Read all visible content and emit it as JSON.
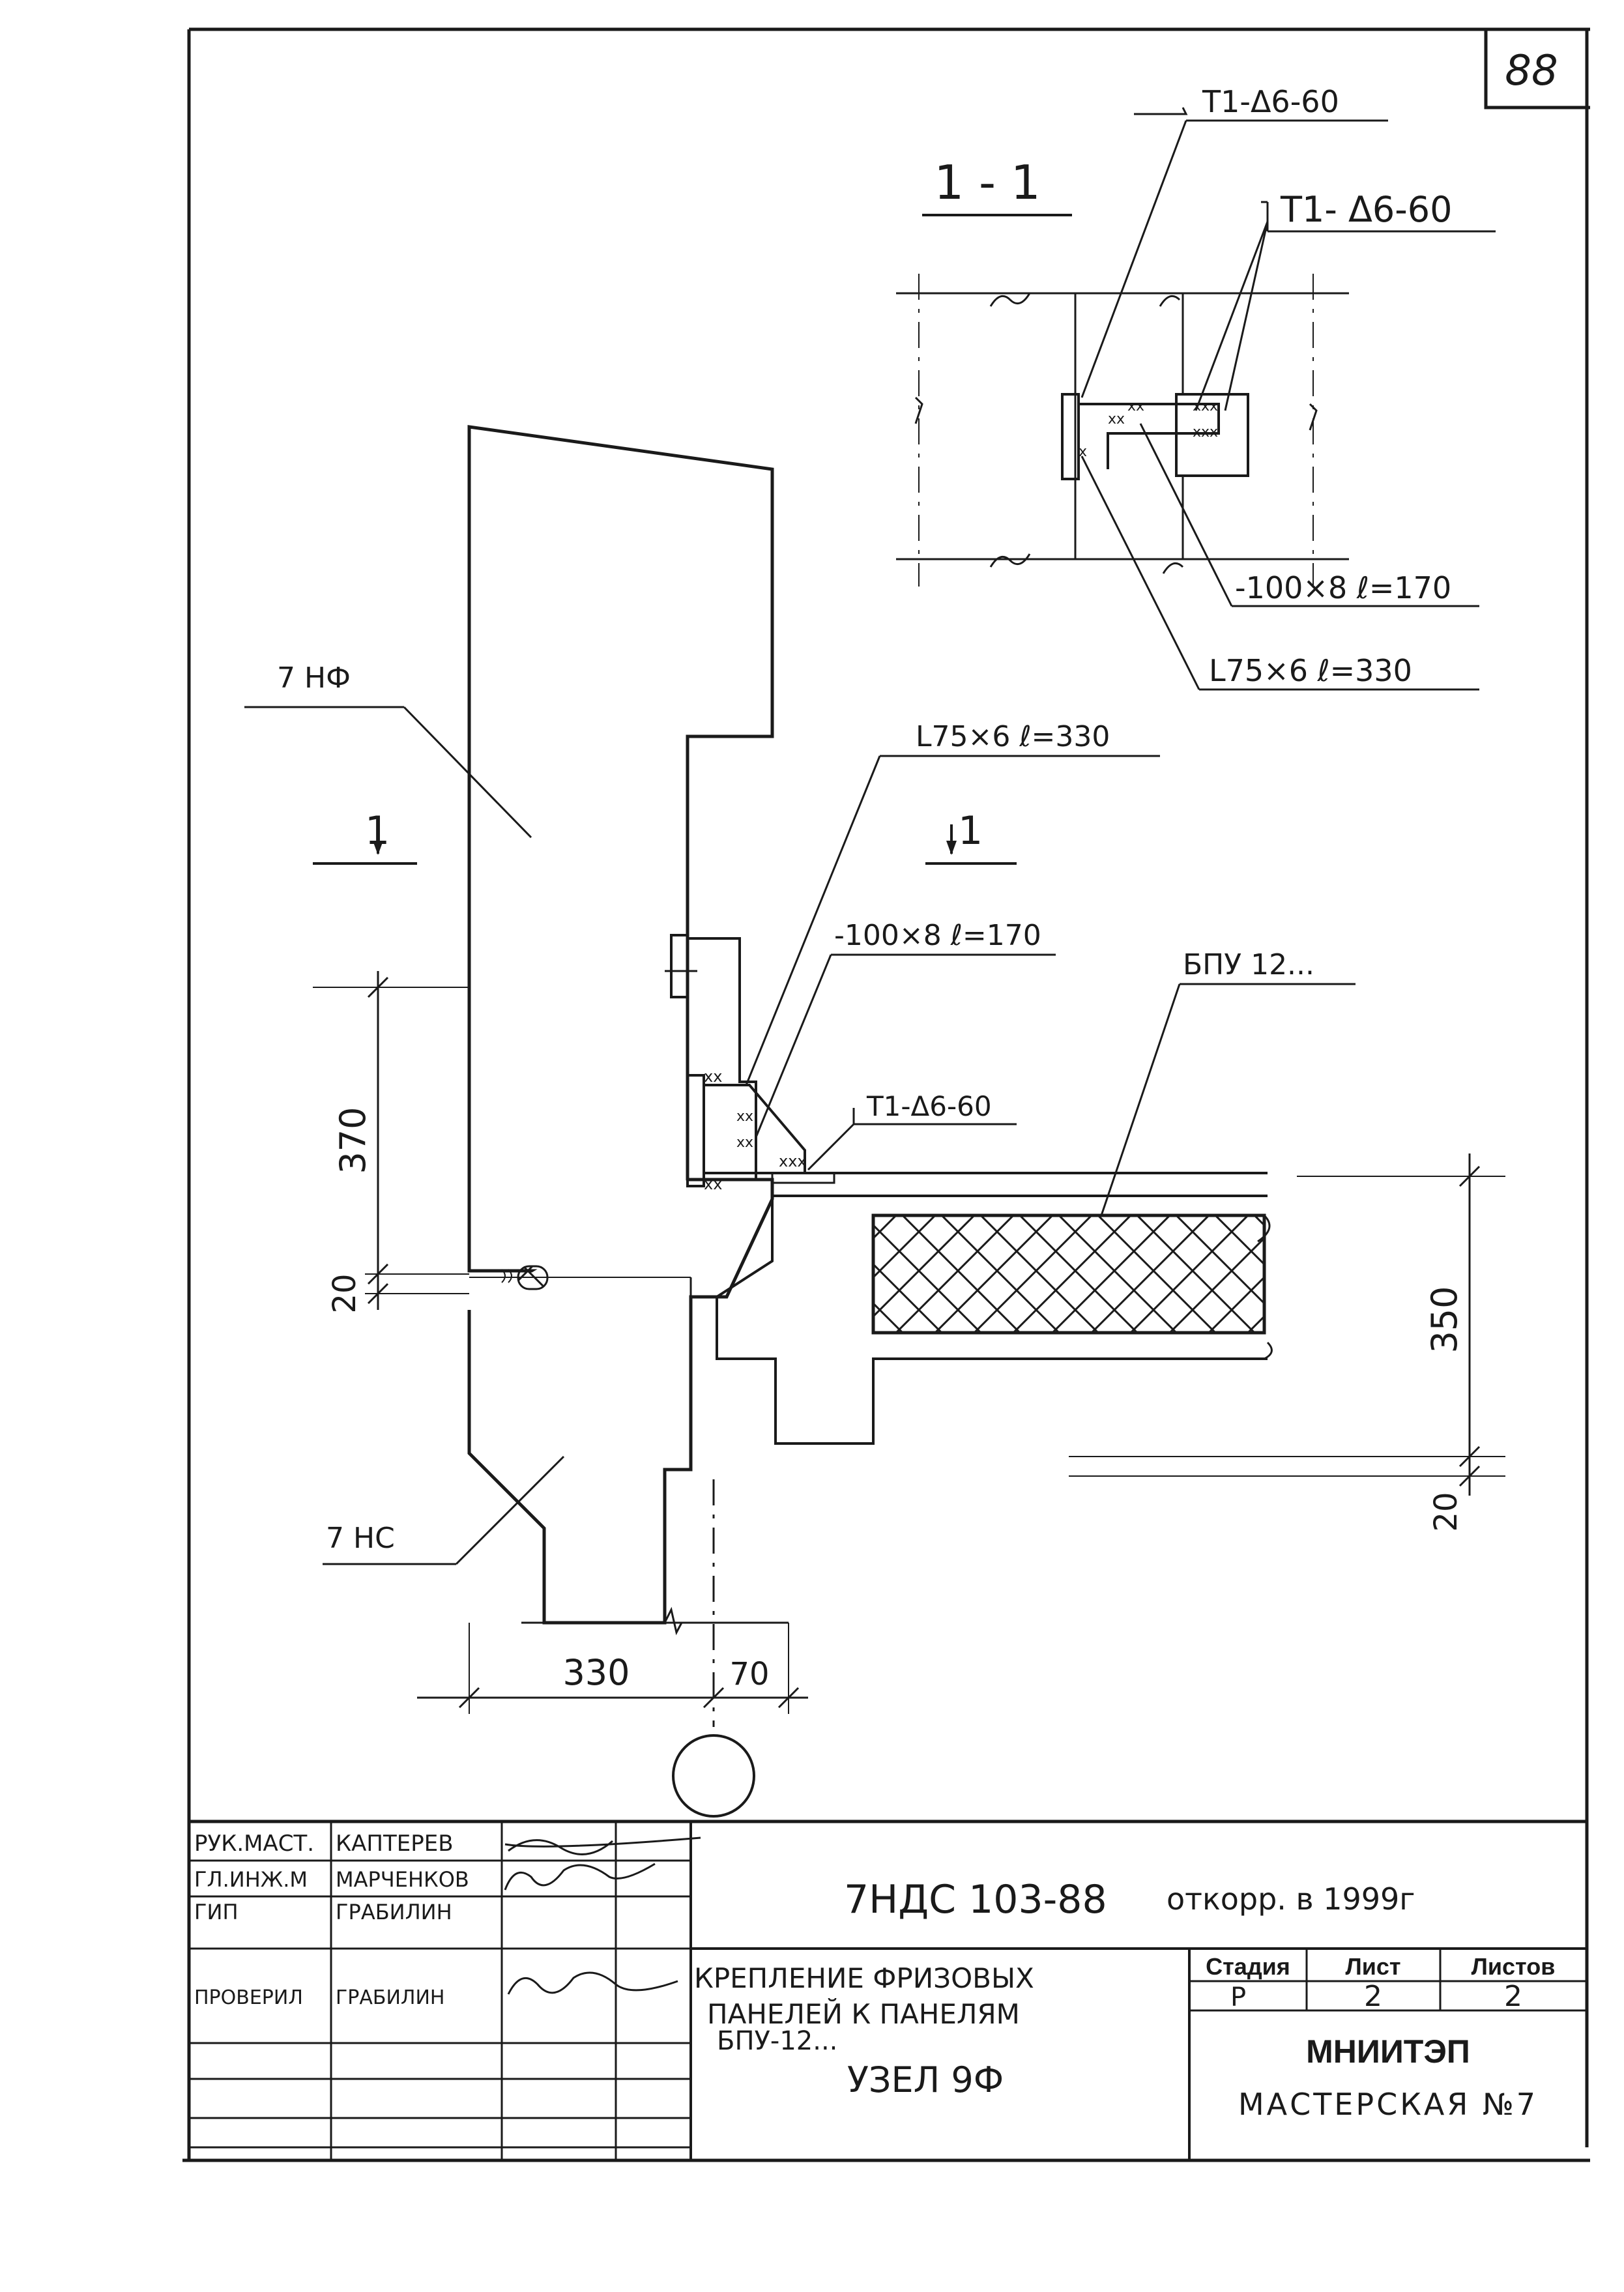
{
  "sheet": {
    "page_number": "88"
  },
  "section": {
    "title": "1 - 1",
    "marker_left": "1",
    "marker_right": "1"
  },
  "callouts": {
    "t1_top": "T1-Δ6-60",
    "t1_mid": "T1- Δ6-60",
    "plate_section": "-100×8 ℓ=170",
    "angle_section": "L75×6 ℓ=330",
    "angle_main": "L75×6 ℓ=330",
    "plate_main": "-100×8 ℓ=170",
    "t1_main": "T1-Δ6-60",
    "bpu": "БПУ 12..."
  },
  "panels": {
    "upper": "7 НФ",
    "lower": "7 НС"
  },
  "dimensions": {
    "d370": "370",
    "d20_left": "20",
    "d350": "350",
    "d20_right": "20",
    "d330": "330",
    "d70": "70"
  },
  "title_block": {
    "rows": [
      {
        "role": "РУК.МАСТ.",
        "name": "КАПТЕРЕВ"
      },
      {
        "role": "ГЛ.ИНЖ.М",
        "name": "МАРЧЕНКОВ"
      },
      {
        "role": "ГИП",
        "name": "ГРАБИЛИН"
      },
      {
        "role": "ПРОВЕРИЛ",
        "name": "ГРАБИЛИН"
      }
    ],
    "doc_code": "7НДС 103-88",
    "correction": "откорр. в 1999г",
    "description": [
      "КРЕПЛЕНИЕ ФРИЗОВЫХ",
      "ПАНЕЛЕЙ К ПАНЕЛЯМ",
      "БПУ-12...",
      "УЗЕЛ 9Ф"
    ],
    "stage_header": "Стадия",
    "sheet_header": "Лист",
    "sheets_header": "Листов",
    "stage_value": "Р",
    "sheet_value": "2",
    "sheets_value": "2",
    "org": "МНИИТЭП",
    "workshop": "МАСТЕРСКАЯ №7"
  }
}
